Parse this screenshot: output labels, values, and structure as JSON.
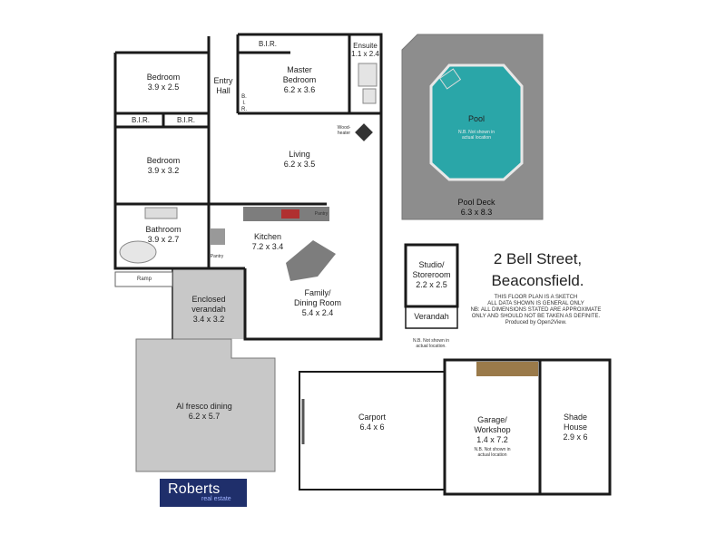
{
  "rooms": {
    "bedroom1": {
      "name": "Bedroom",
      "size": "3.9 x 2.5"
    },
    "entry": {
      "name": "Entry\nHall"
    },
    "bir_top": {
      "name": "B.I.R."
    },
    "master": {
      "name": "Master\nBedroom",
      "size": "6.2 x 3.6"
    },
    "ensuite": {
      "name": "Ensuite",
      "size": "1.1 x 2.4"
    },
    "bir_mid": {
      "name": "B.\nI.\nR."
    },
    "bir_left1": {
      "name": "B.I.R."
    },
    "bir_left2": {
      "name": "B.I.R."
    },
    "bedroom2": {
      "name": "Bedroom",
      "size": "3.9 x 3.2"
    },
    "wood_heater": {
      "name": "Wood-\nheater"
    },
    "living": {
      "name": "Living",
      "size": "6.2 x 3.5"
    },
    "bathroom": {
      "name": "Bathroom",
      "size": "3.9 x 2.7"
    },
    "pantry1": {
      "name": "Pantry"
    },
    "pantry2": {
      "name": "Pantry"
    },
    "kitchen": {
      "name": "Kitchen",
      "size": "7.2 x 3.4"
    },
    "family": {
      "name": "Family/\nDining Room",
      "size": "5.4 x 2.4"
    },
    "ramp": {
      "name": "Ramp"
    },
    "verandah": {
      "name": "Enclosed\nverandah",
      "size": "3.4 x 3.2"
    },
    "alfresco": {
      "name": "Al fresco dining",
      "size": "6.2 x 5.7"
    },
    "pool": {
      "name": "Pool",
      "note": "N.B. Not shown in\nactual location"
    },
    "pool_deck": {
      "name": "Pool Deck",
      "size": "6.3 x 8.3"
    },
    "studio": {
      "name": "Studio/\nStoreroom",
      "size": "2.2 x 2.5"
    },
    "studio_verandah": {
      "name": "Verandah"
    },
    "studio_note": {
      "note": "N.B. Not shown in\nactual location."
    },
    "carport": {
      "name": "Carport",
      "size": "6.4 x 6"
    },
    "garage": {
      "name": "Garage/\nWorkshop",
      "size": "1.4 x 7.2",
      "note": "N.B. Not shown in\nactual location"
    },
    "shade": {
      "name": "Shade\nHouse",
      "size": "2.9 x 6"
    }
  },
  "address": {
    "line1": "2 Bell Street,",
    "line2": "Beaconsfield."
  },
  "disclaimer": "THIS FLOOR PLAN IS A SKETCH\nALL DATA SHOWN IS GENERAL ONLY\nNB: ALL DIMENSIONS STATED ARE APPROXIMATE\nONLY AND SHOULD NOT BE TAKEN AS DEFINITE.\nProduced by Open2View.",
  "logo": {
    "brand": "Roberts",
    "tagline": "real estate"
  },
  "colors": {
    "pool": "#2aa6a8",
    "deck": "#8a8a8a",
    "verandah": "#c9c9c9",
    "wall": "#1a1a1a",
    "logo_bg": "#1f2f6b",
    "bench": "#7d7d7d"
  }
}
